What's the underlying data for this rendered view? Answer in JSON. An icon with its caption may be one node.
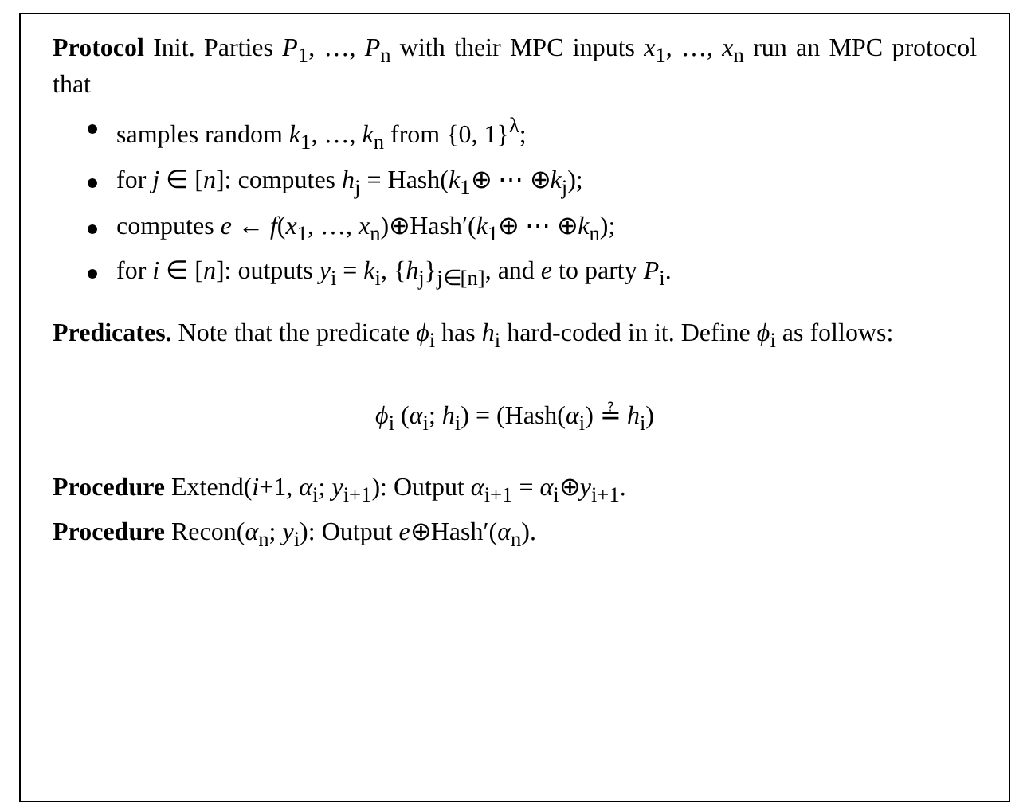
{
  "diagram": {
    "nodes": [
      {
        "text": [
          "**Protocol** Init. Parties *P*$_{1}$, …, *P*$_{n}$ with their MPC inputs *x*$_{1}$, …, *x*$_{n}$ run an MPC protocol that",
          "samples random *k*$_{1}$, …, *k*$_{n}$ from {0, 1}$^{λ}$;",
          "for *j* ∈ [*n*]: computes *h*$_{j}$ = Hash(*k*$_{1}$⊕ ⋯ ⊕*k*$_{j}$);",
          "computes *e* ← *f*(*x*$_{1}$, …, *x*$_{n}$)⊕Hash′(*k*$_{1}$⊕ ⋯ ⊕*k*$_{n}$);",
          "for *i* ∈ [*n*]: outputs *y*$_{i}$ = *k*$_{i}$, {*h*$_{j}$}$_{j∈[n]}$, and *e* to party *P*$_{i}$.",
          "**Predicates.** Note that the predicate *ϕ*$_{i}$ has *h*$_{i}$ hard-coded in it. Define *ϕ*$_{i}$ as follows:",
          "*ϕ*$_{i}$ (*α*$_{i}$; *h*$_{i}$) = (Hash(*α*$_{i}$) ≟ *h*$_{i}$)",
          "**Procedure** Extend(*i*+1, *α*$_{i}$; *y*$_{i+1}$): Output *α*$_{i+1}$ = *α*$_{i}$⊕*y*$_{i+1}$.",
          "**Procedure** Recon(*α*$_{n}$; *y*$_{i}$): Output *e*⊕Hash′(*α*$_{n}$)."
        ]
      }
    ]
  }
}
